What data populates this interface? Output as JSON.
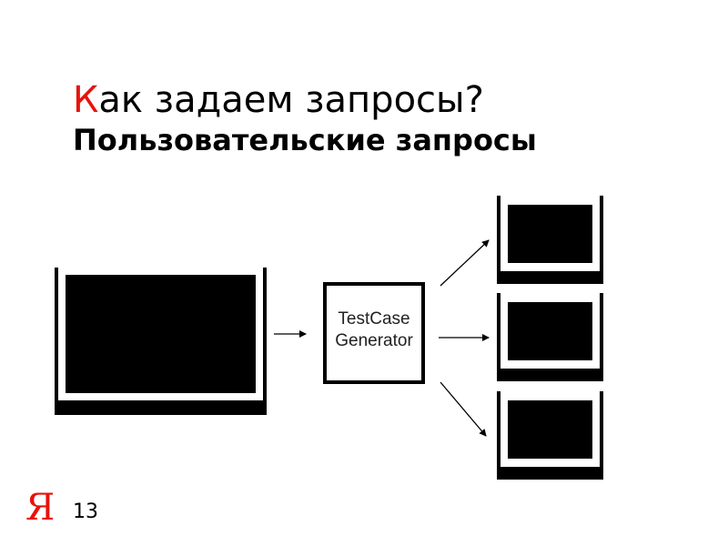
{
  "slide": {
    "title_first_letter": "К",
    "title_rest": "ак задаем запросы?",
    "subtitle": "Пользовательские запросы",
    "page_number": "13",
    "logo_text": "Я"
  },
  "diagram": {
    "generator": {
      "line1": "TestCase",
      "line2": "Generator"
    }
  },
  "colors": {
    "accent": "#e8120c",
    "text": "#000000",
    "background": "#ffffff"
  }
}
